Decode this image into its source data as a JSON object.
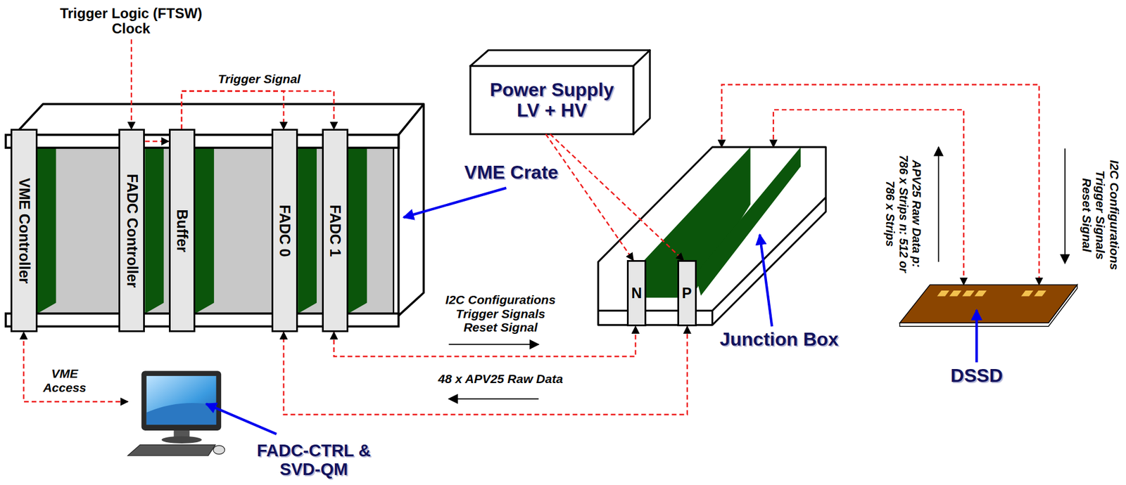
{
  "diagram": {
    "nodes": [
      {
        "text": [
          "Trigger Logic (FTSW) Clock"
        ]
      },
      {
        "text": [
          "VME Crate"
        ]
      },
      {
        "text": [
          "VME Controller"
        ],
        "in": 1
      },
      {
        "text": [
          "FADC Controller"
        ],
        "in": 1
      },
      {
        "text": [
          "Buffer"
        ],
        "in": 1
      },
      {
        "text": [
          "FADC 0"
        ],
        "in": 1
      },
      {
        "text": [
          "FADC 1"
        ],
        "in": 1
      },
      {
        "text": [
          "Power Supply LV + HV"
        ]
      },
      {
        "text": [
          "Junction Box"
        ]
      },
      {
        "text": [
          "N"
        ],
        "in": 8
      },
      {
        "text": [
          "P"
        ],
        "in": 8
      },
      {
        "text": [
          "DSSD"
        ]
      },
      {
        "text": [
          "FADC-CTRL & SVD-QM"
        ]
      }
    ],
    "edges": [
      {
        "from": 0,
        "to": 3,
        "arrow": "to"
      },
      {
        "from": 3,
        "to": 4,
        "arrow": "to"
      },
      {
        "from": 4,
        "to": 5,
        "label": "Trigger Signal",
        "arrow": "to"
      },
      {
        "from": 4,
        "to": 6,
        "arrow": "to"
      },
      {
        "from": 12,
        "to": 2,
        "label": "VME Access",
        "arrow": "both"
      },
      {
        "from": 6,
        "to": 9,
        "label": "I2C Configurations Trigger Signals Reset Signal",
        "arrow": "both"
      },
      {
        "from": 10,
        "to": 5,
        "label": "48 x APV25 Raw Data",
        "arrow": "both"
      },
      {
        "from": 7,
        "to": 9,
        "arrow": "to"
      },
      {
        "from": 7,
        "to": 10,
        "arrow": "to"
      },
      {
        "from": 8,
        "to": 11,
        "label": "I2C Configurations Trigger Signals Reset Signal",
        "arrow": "both"
      },
      {
        "from": 8,
        "to": 11,
        "label": "APV25 Raw Data p: 786 x Strips n: 512 or 786 x Strips",
        "arrow": "both"
      }
    ]
  }
}
